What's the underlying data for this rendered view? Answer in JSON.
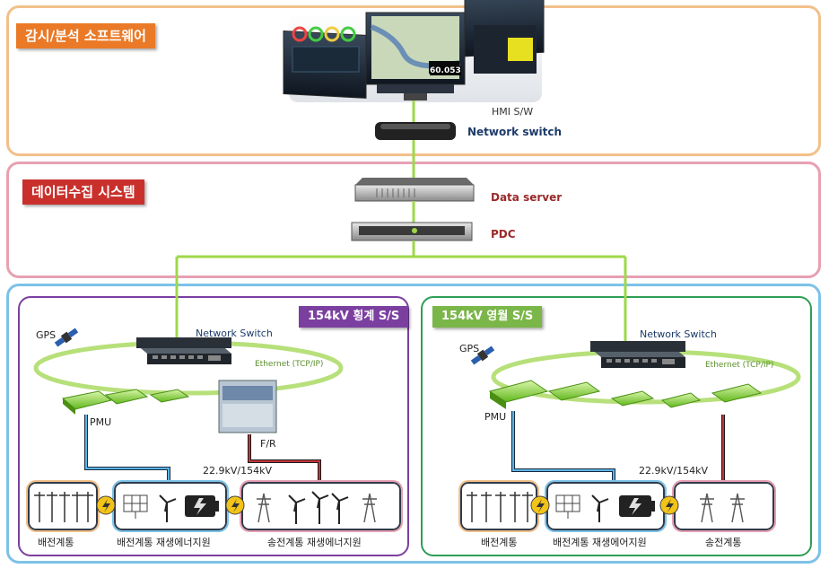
{
  "sections": {
    "monitor": {
      "title": "감시/분석 소프트웨어",
      "hmi_label": "HMI S/W",
      "switch_label": "Network switch",
      "screen_value": "60.053"
    },
    "data": {
      "title": "데이터수집 시스템",
      "server_label": "Data server",
      "pdc_label": "PDC"
    },
    "left_substation": {
      "title": "154kV 횡계 S/S",
      "network_switch": "Network Switch",
      "ethernet": "Ethernet  (TCP/IP)",
      "gps": "GPS",
      "pmu": "PMU",
      "fr": "F/R",
      "voltage": "22.9kV/154kV",
      "groups": [
        "배전계통",
        "배전계통 재생에너지원",
        "송전계통 재생에너지원"
      ]
    },
    "right_substation": {
      "title": "154kV 영월 S/S",
      "network_switch": "Network Switch",
      "ethernet": "Ethernet  (TCP/IP)",
      "gps": "GPS",
      "pmu": "PMU",
      "voltage": "22.9kV/154kV",
      "groups": [
        "배전계통",
        "배전계통 재생에어지원",
        "송전계통"
      ]
    }
  },
  "colors": {
    "monitor_border": "#f2c08a",
    "data_border": "#e7a0b2",
    "field_border": "#7cc2e8",
    "left_border": "#7b3fa0",
    "right_border": "#2e9e55",
    "link_green": "#9ed84a",
    "link_blue": "#4aa8e0",
    "link_red": "#b8272d"
  }
}
